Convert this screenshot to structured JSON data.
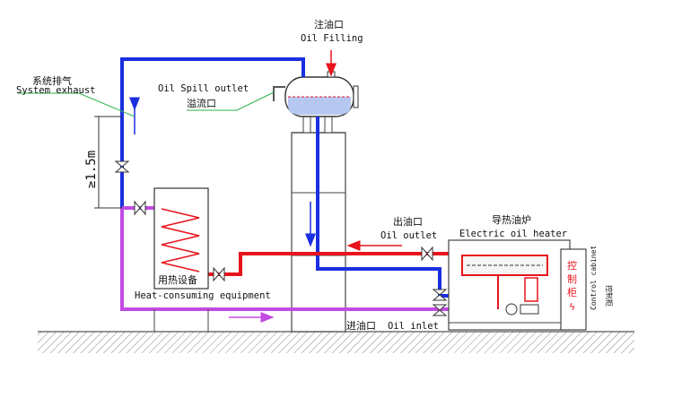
{
  "labels": {
    "oil_filling_cn": "注油口",
    "oil_filling_en": "Oil Filling",
    "system_exhaust_cn": "系统排气",
    "system_exhaust_en": "System exhaust",
    "oil_spill_outlet_en": "Oil Spill outlet",
    "oil_spill_outlet_cn": "溢流口",
    "height_dim": "≥1.5m",
    "oil_outlet_cn": "出油口",
    "oil_outlet_en": "Oil outlet",
    "heater_cn": "导热油炉",
    "heater_en": "Electric oil heater",
    "heat_consuming_cn": "用热设备",
    "heat_consuming_en": "Heat-consuming equipment",
    "oil_inlet_cn": "进油口",
    "oil_inlet_en": "Oil inlet",
    "control_cabinet_en": "Control cabinet",
    "control_cabinet_cn_v": "控制柜",
    "cabinet_chars": [
      "控",
      "制",
      "柜"
    ],
    "cabinet_bolt": "ϟ"
  },
  "colors": {
    "blue_pipe": "#1a2fe0",
    "red_pipe": "#e8131b",
    "purple_pipe": "#c24be2",
    "green_leader": "#2bb24c",
    "oil_fill": "#b7c8f0"
  }
}
